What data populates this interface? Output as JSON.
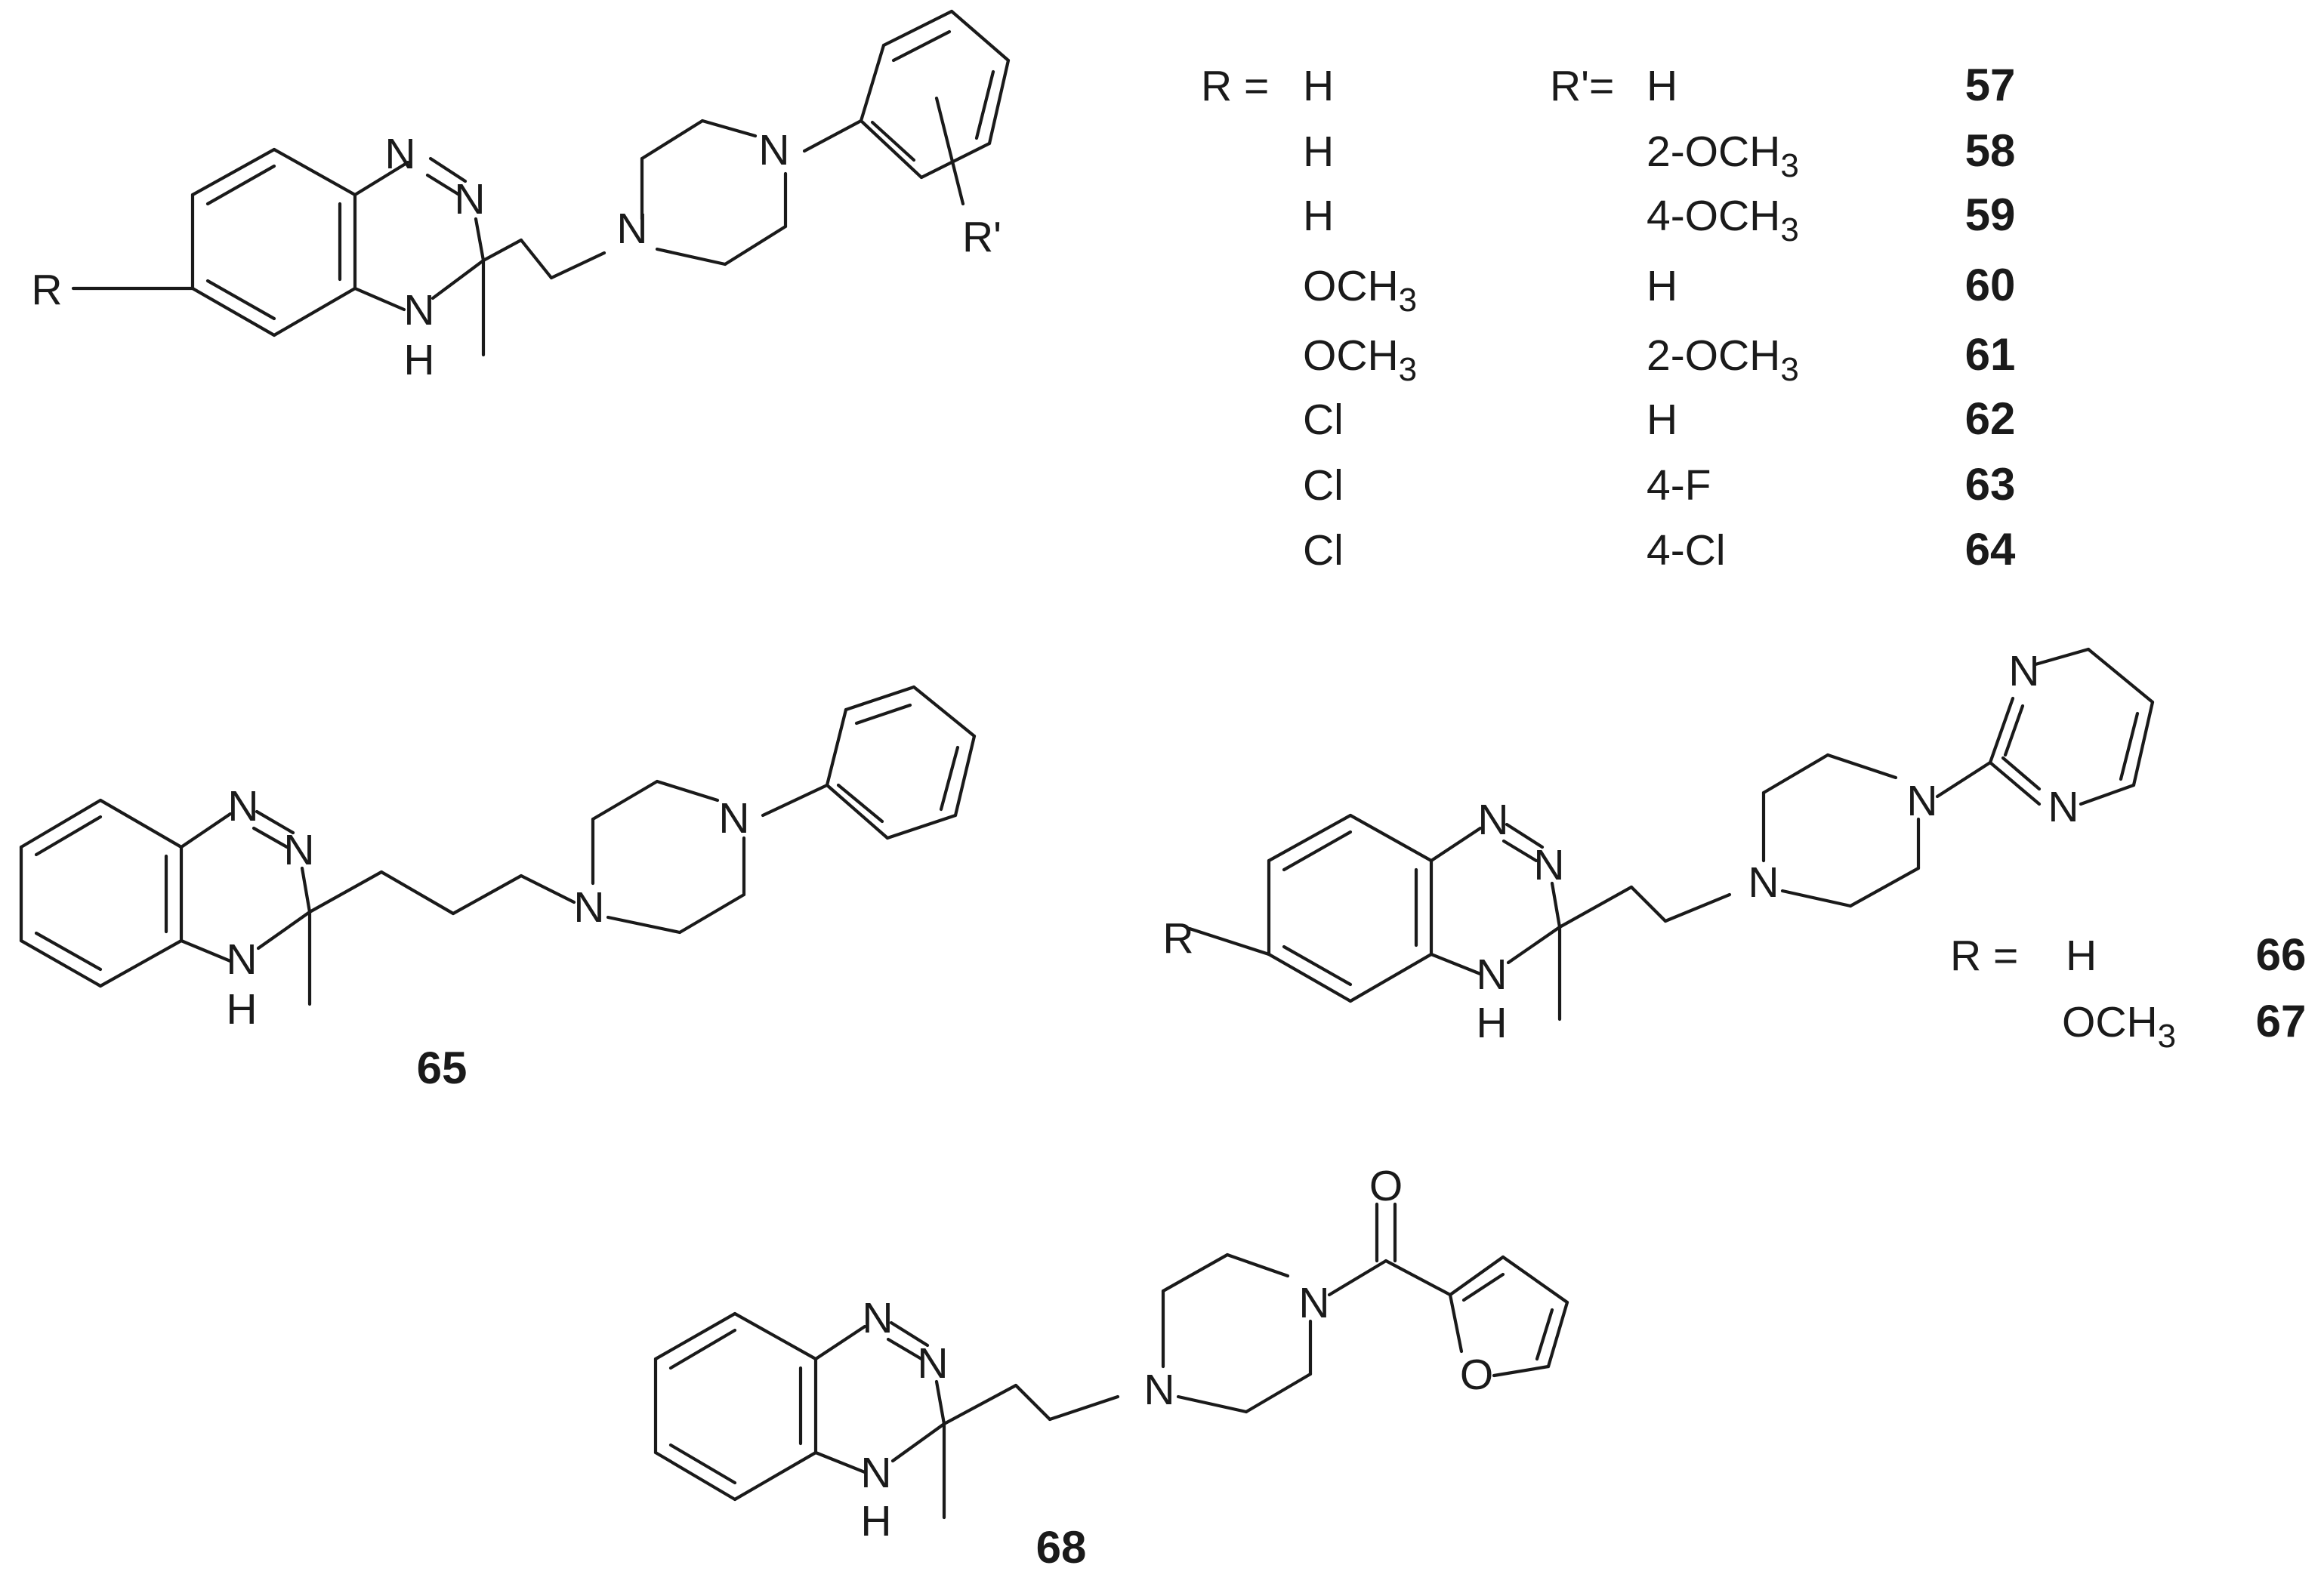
{
  "structure_1": {
    "atoms": {
      "n_top": "N",
      "n_mid": "N",
      "nh_n": "N",
      "nh_h": "H",
      "r": "R",
      "pip_n1": "N",
      "pip_n2": "N",
      "r_prime": "R'"
    },
    "table": {
      "r_label": "R =",
      "r_prime_label": "R'=",
      "rows": [
        {
          "r": "H",
          "r_sub": "",
          "rp": "H",
          "rp_sub": "",
          "compound": "57"
        },
        {
          "r": "H",
          "r_sub": "",
          "rp": "2-OCH",
          "rp_sub": "3",
          "compound": "58"
        },
        {
          "r": "H",
          "r_sub": "",
          "rp": "4-OCH",
          "rp_sub": "3",
          "compound": "59"
        },
        {
          "r": "OCH",
          "r_sub": "3",
          "rp": "H",
          "rp_sub": "",
          "compound": "60"
        },
        {
          "r": "OCH",
          "r_sub": "3",
          "rp": "2-OCH",
          "rp_sub": "3",
          "compound": "61"
        },
        {
          "r": "Cl",
          "r_sub": "",
          "rp": "H",
          "rp_sub": "",
          "compound": "62"
        },
        {
          "r": "Cl",
          "r_sub": "",
          "rp": "4-F",
          "rp_sub": "",
          "compound": "63"
        },
        {
          "r": "Cl",
          "r_sub": "",
          "rp": "4-Cl",
          "rp_sub": "",
          "compound": "64"
        }
      ]
    }
  },
  "structure_65": {
    "atoms": {
      "n_top": "N",
      "n_mid": "N",
      "nh_n": "N",
      "nh_h": "H",
      "pip_n1": "N",
      "pip_n2": "N"
    },
    "compound": "65"
  },
  "structure_66_67": {
    "atoms": {
      "n_top": "N",
      "n_mid": "N",
      "nh_n": "N",
      "nh_h": "H",
      "r": "R",
      "pip_n1": "N",
      "pip_n2": "N",
      "pyr_n1": "N",
      "pyr_n2": "N"
    },
    "table": {
      "r_label": "R =",
      "rows": [
        {
          "r": "H",
          "r_sub": "",
          "compound": "66"
        },
        {
          "r": "OCH",
          "r_sub": "3",
          "compound": "67"
        }
      ]
    }
  },
  "structure_68": {
    "atoms": {
      "n_top": "N",
      "n_mid": "N",
      "nh_n": "N",
      "nh_h": "H",
      "pip_n1": "N",
      "pip_n2": "N",
      "carbonyl_o": "O",
      "furan_o": "O"
    },
    "compound": "68"
  }
}
